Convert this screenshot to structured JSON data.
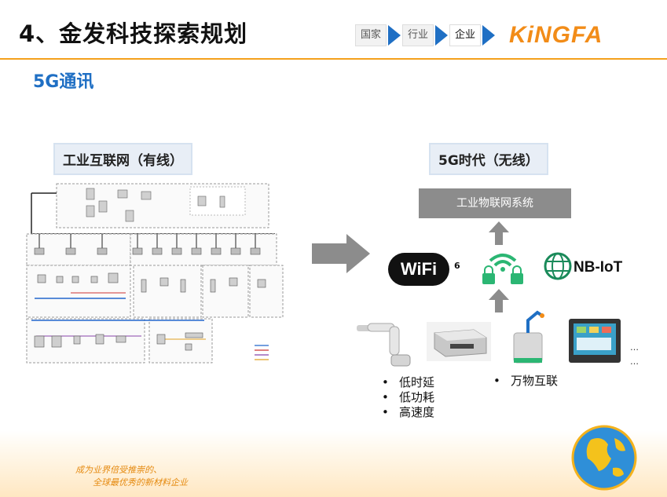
{
  "header": {
    "title": "4、金发科技探索规划",
    "nav": [
      "国家",
      "行业",
      "企业"
    ],
    "logo": "KiNGFA"
  },
  "subtitle": "5G通讯",
  "wired": {
    "label": "工业互联网（有线）"
  },
  "wireless": {
    "label": "5G时代（无线）",
    "system_box": "工业物联网系统",
    "wifi_text": "WiFi",
    "wifi_gen": "6",
    "nb_text": "NB-IoT",
    "bullets_left": [
      "低时延",
      "低功耗",
      "高速度"
    ],
    "bullets_right": [
      "万物互联"
    ],
    "ellipsis": [
      "…",
      "…"
    ]
  },
  "footer": {
    "slogan_line1": "成为业界倍受推崇的、",
    "slogan_line2": "全球最优秀的新材料企业"
  },
  "colors": {
    "accent_orange": "#f4a11c",
    "brand_blue": "#1f6fc4",
    "logo_orange": "#f28c18",
    "lock_green": "#2bb673"
  }
}
